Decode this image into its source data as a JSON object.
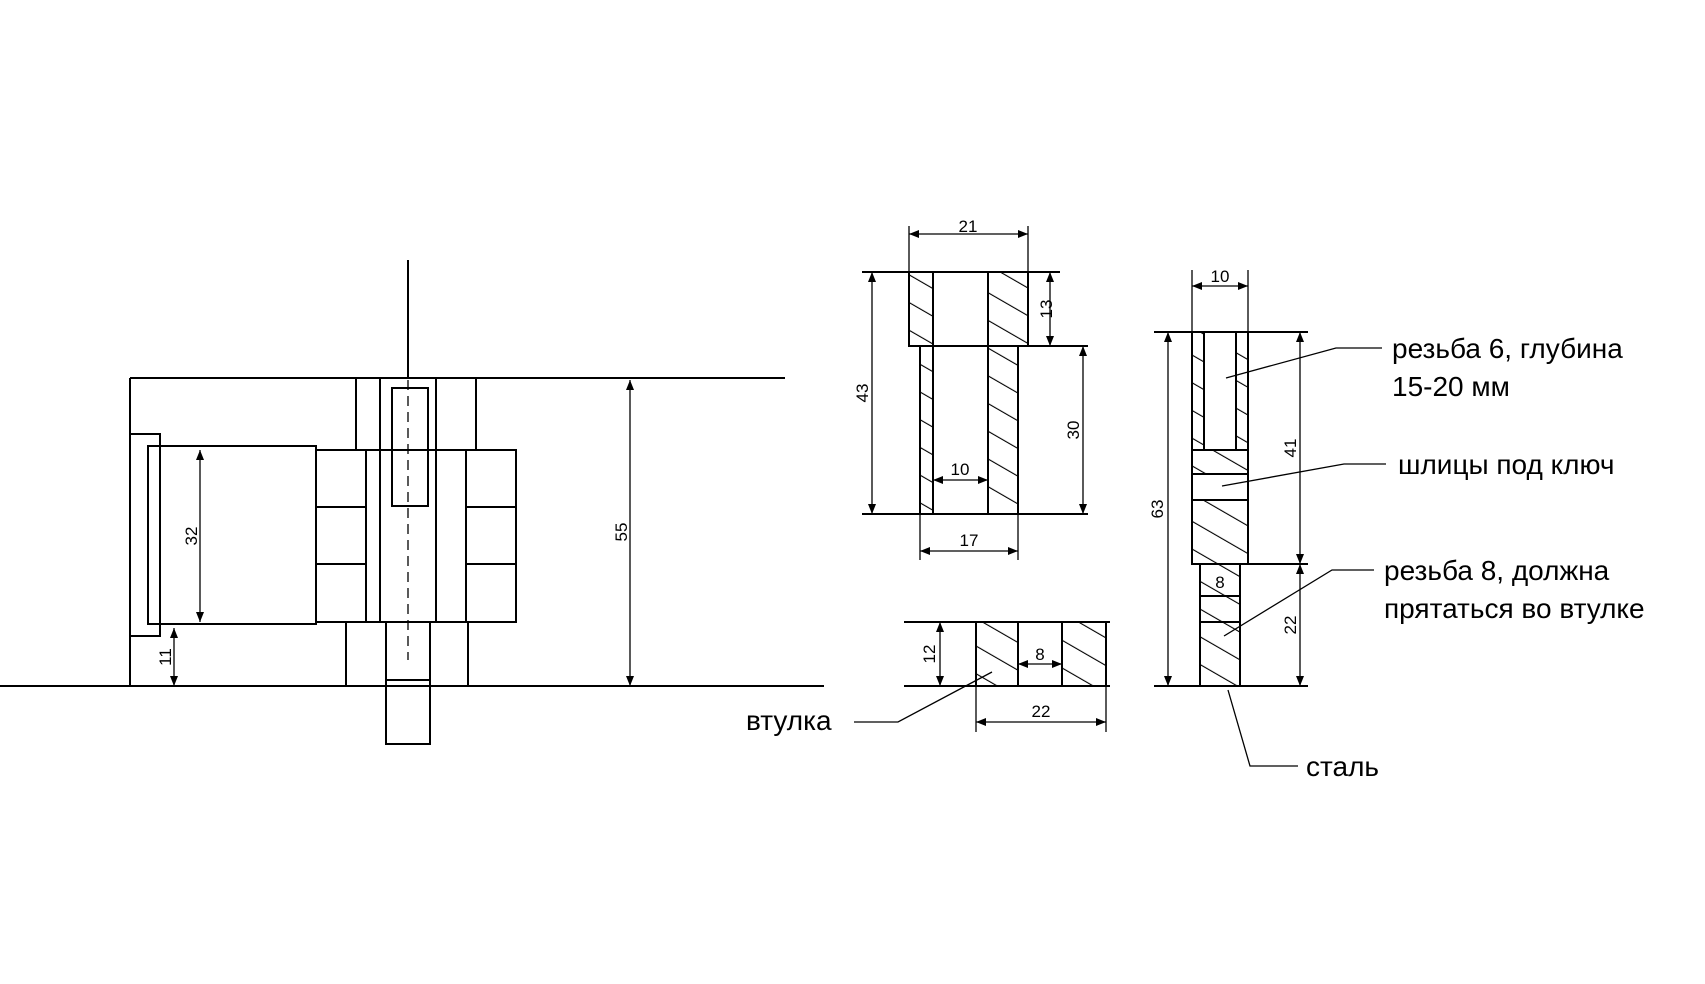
{
  "dimensions": {
    "assembly_height": "55",
    "motor_height": "32",
    "motor_offset": "11",
    "sleeve_top_width": "21",
    "sleeve_total_height": "43",
    "sleeve_top_height": "13",
    "sleeve_bore": "10",
    "sleeve_lower_height": "30",
    "sleeve_lower_width": "17",
    "bushing_height": "12",
    "bushing_bore": "8",
    "bushing_width": "22",
    "shaft_width": "10",
    "shaft_total_height": "63",
    "shaft_upper_height": "41",
    "shaft_thread": "8",
    "shaft_lower_height": "22"
  },
  "labels": {
    "bushing": "втулка",
    "thread6_line1": "резьба 6, глубина",
    "thread6_line2": "15-20 мм",
    "wrench_slots": "шлицы под ключ",
    "thread8_line1": "резьба 8, должна",
    "thread8_line2": "прятаться во втулке",
    "steel": "сталь"
  }
}
